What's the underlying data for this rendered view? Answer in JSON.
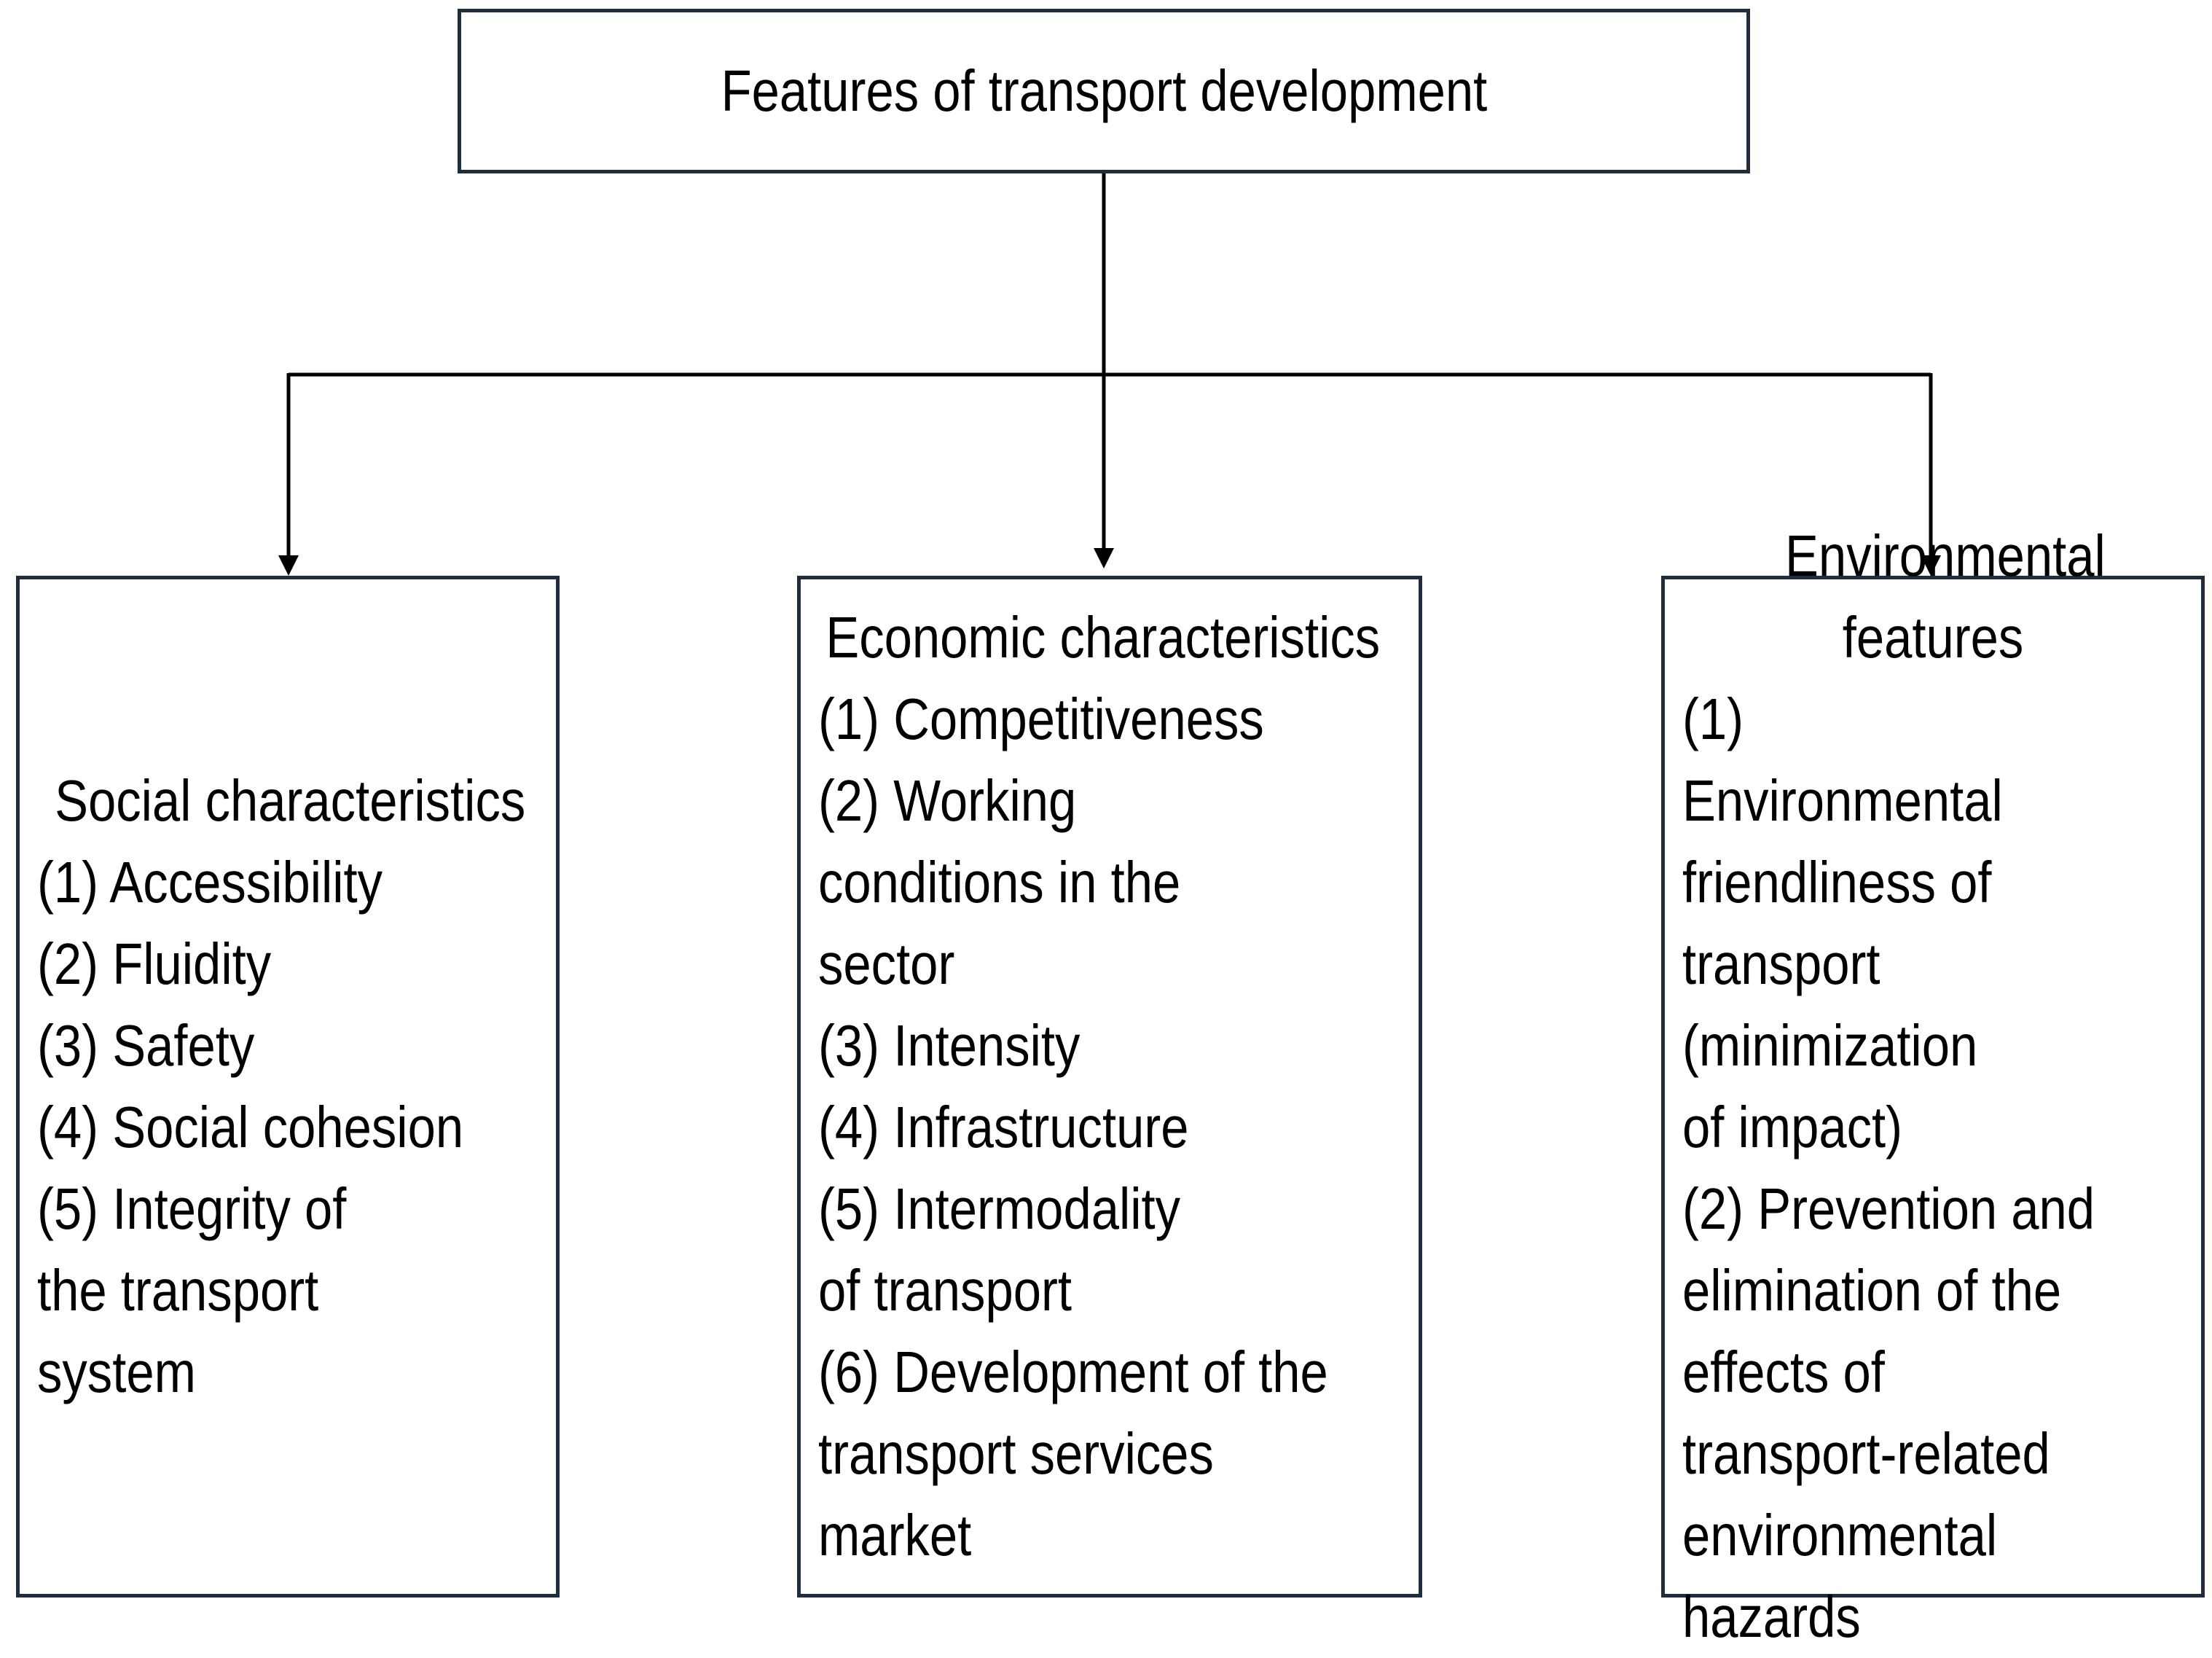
{
  "root": {
    "title": "Features of transport development"
  },
  "branches": [
    {
      "title": "Social characteristics",
      "items": [
        "(1) Accessibility",
        "(2) Fluidity",
        "(3) Safety",
        "(4) Social cohesion",
        "(5) Integrity of the transport system"
      ]
    },
    {
      "title": "Economic characteristics",
      "items": [
        "(1) Competitiveness",
        "(2) Working conditions in the sector",
        "(3) Intensity",
        "(4) Infrastructure",
        "(5) Intermodality of transport",
        "(6) Development of the transport services market"
      ]
    },
    {
      "title": "Environmental features",
      "items": [
        "(1) Environmental friendliness of transport (minimization of impact)",
        "(2) Prevention and elimination of the effects of transport-related environmental hazards"
      ]
    }
  ],
  "colors": {
    "line": "#000000",
    "box_border": "#1f2d3d",
    "background": "#ffffff"
  }
}
